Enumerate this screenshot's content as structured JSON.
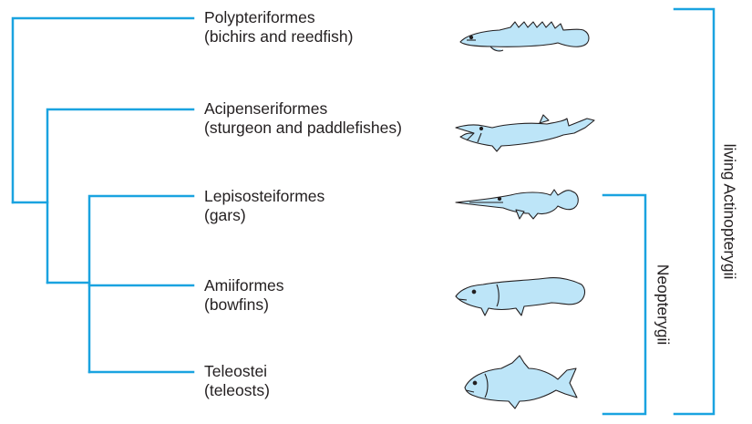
{
  "colors": {
    "line": "#1aa3e0",
    "fish_fill": "#bde5f8",
    "fish_stroke": "#231f20",
    "text": "#231f20"
  },
  "taxa": [
    {
      "name": "Polypteriformes",
      "common": "(bichirs and reedfish)",
      "icon": "bichir-icon"
    },
    {
      "name": "Acipenseriformes",
      "common": "(sturgeon and paddlefishes)",
      "icon": "sturgeon-icon"
    },
    {
      "name": "Lepisosteiformes",
      "common": "(gars)",
      "icon": "gar-icon"
    },
    {
      "name": "Amiiformes",
      "common": "(bowfins)",
      "icon": "bowfin-icon"
    },
    {
      "name": "Teleostei",
      "common": "(teleosts)",
      "icon": "teleost-icon"
    }
  ],
  "brackets": {
    "outer": "living Actinopterygii",
    "inner": "Neopterygii"
  }
}
